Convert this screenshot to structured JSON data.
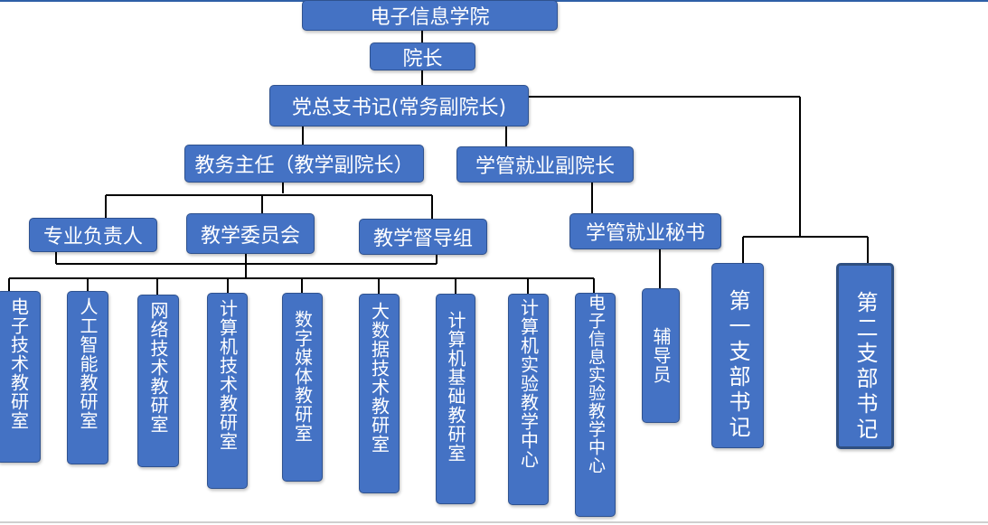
{
  "root": "电子信息学院",
  "dean": "院长",
  "party_secretary": "党总支书记(常务副院长)",
  "academic_director": "教务主任（教学副院长）",
  "student_affairs_vp": "学管就业副院长",
  "major_head": "专业负责人",
  "teaching_committee": "教学委员会",
  "teaching_supervision": "教学督导组",
  "student_affairs_secretary": "学管就业秘书",
  "counselor": "辅导员",
  "branch_secretary_1": "第一支部书记",
  "branch_secretary_2": "第二支部书记",
  "research_offices": [
    "电子技术教研室",
    "人工智能教研室",
    "网络技术教研室",
    "计算机技术教研室",
    "数字媒体教研室",
    "大数据技术教研室",
    "计算机基础教研室",
    "计算机实验教学中心",
    "电子信息实验教学中心"
  ]
}
